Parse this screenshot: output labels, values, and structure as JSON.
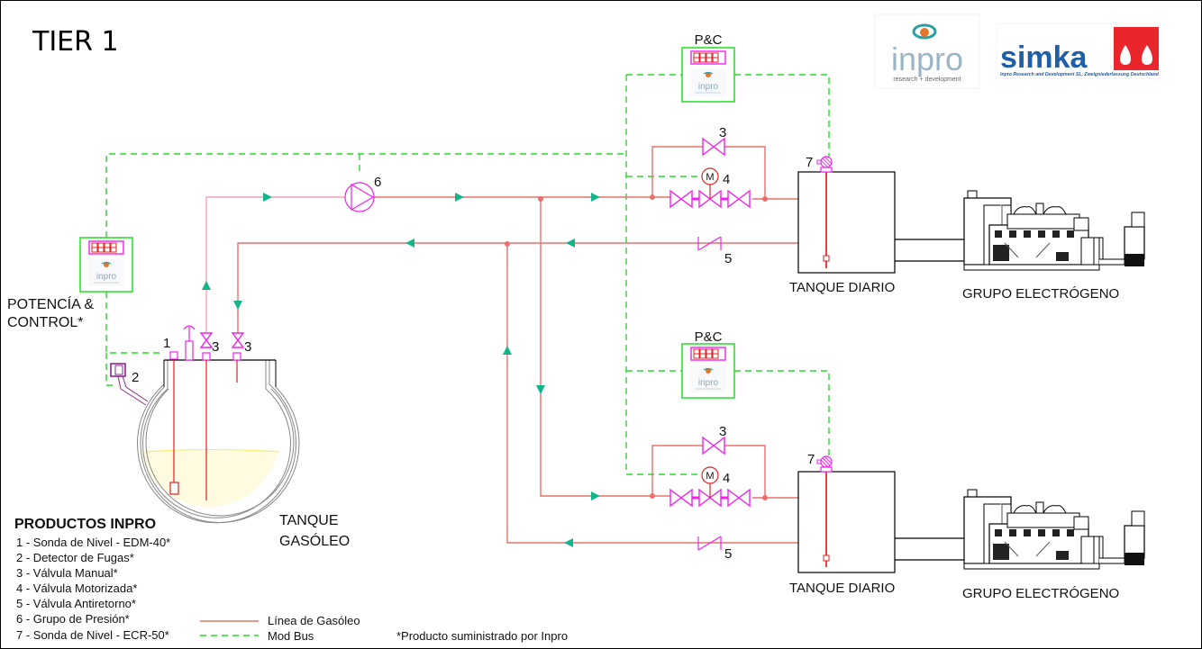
{
  "title": "TIER 1",
  "logos": {
    "inpro": {
      "name": "inpro",
      "tagline": "research + development"
    },
    "simka": {
      "name": "simka",
      "tagline": "Inpro Research and Development SL, Zweigniederlassung Deutschland",
      "brand_color": "#1f5fa8",
      "accent_color": "#e8262c"
    }
  },
  "controllers": {
    "main": {
      "label_line1": "POTENCÍA &",
      "label_line2": "CONTROL*",
      "display": "8888"
    },
    "pc_top": {
      "label": "P&C",
      "display": "8888"
    },
    "pc_bottom": {
      "label": "P&C",
      "display": "8888"
    }
  },
  "tank_main": {
    "label_line1": "TANQUE",
    "label_line2": "GASÓLEO"
  },
  "day_tanks": [
    {
      "label": "TANQUE DIARIO",
      "sensor_num": "7"
    },
    {
      "label": "TANQUE DIARIO",
      "sensor_num": "7"
    }
  ],
  "generators": [
    {
      "label": "GRUPO ELECTRÓGENO"
    },
    {
      "label": "GRUPO ELECTRÓGENO"
    }
  ],
  "component_numbers": {
    "level_probe": "1",
    "leak_detector": "2",
    "manual_valve": "3",
    "motor_valve": "4",
    "check_valve": "5",
    "pump": "6",
    "level_probe_day": "7",
    "motor_symbol": "M"
  },
  "legend": {
    "heading": "PRODUCTOS INPRO",
    "items": [
      "1 - Sonda de Nivel - EDM-40*",
      "2 - Detector de Fugas*",
      "3 - Válvula Manual*",
      "4 - Válvula Motorizada*",
      "5 - Válvula Antiretorno*",
      "6 - Grupo de Presión*",
      "7 - Sonda de Nivel - ECR-50*"
    ],
    "line_types": [
      {
        "label": "Línea de Gasóleo",
        "color": "#e8706c",
        "style": "solid"
      },
      {
        "label": "Mod Bus",
        "color": "#22dd22",
        "style": "dashed"
      }
    ],
    "footnote": "*Producto suministrado por Inpro"
  },
  "colors": {
    "fuel_line": "#e8706c",
    "modbus": "#22dd22",
    "valve": "#ee22ee",
    "flow_arrow": "#12b58a",
    "probe": "#e02020"
  }
}
